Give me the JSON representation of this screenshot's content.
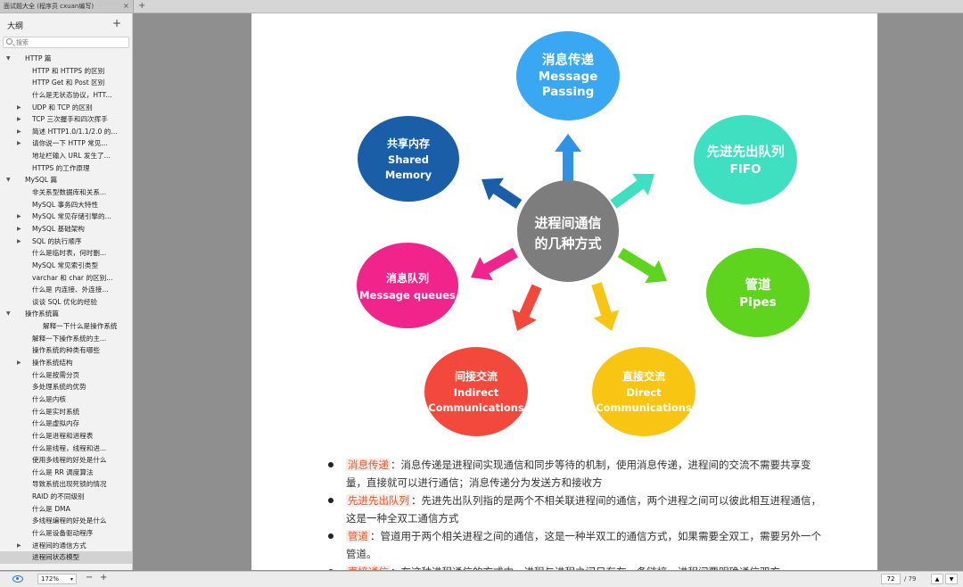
{
  "window": {
    "tab_title": "面试题大全 (程序员 cxuan编写)",
    "tab_close": "×",
    "tab_add": "+"
  },
  "sidebar": {
    "title": "大纲",
    "add": "+",
    "search_placeholder": "搜索",
    "items": [
      {
        "label": "HTTP 篇",
        "level": 0,
        "arrow": "▼",
        "selected": false
      },
      {
        "label": "HTTP 和 HTTPS 的区别",
        "level": 1,
        "arrow": "",
        "selected": false
      },
      {
        "label": "HTTP Get 和 Post 区别",
        "level": 1,
        "arrow": "",
        "selected": false
      },
      {
        "label": "什么是无状态协议，HTT...",
        "level": 1,
        "arrow": "",
        "selected": false
      },
      {
        "label": "UDP 和 TCP 的区别",
        "level": 1,
        "arrow": "▶",
        "selected": false
      },
      {
        "label": "TCP 三次握手和四次挥手",
        "level": 1,
        "arrow": "▶",
        "selected": false
      },
      {
        "label": "简述 HTTP1.0/1.1/2.0 的...",
        "level": 1,
        "arrow": "▶",
        "selected": false
      },
      {
        "label": "请你说一下 HTTP 常见...",
        "level": 1,
        "arrow": "▶",
        "selected": false
      },
      {
        "label": "地址栏输入 URL 发生了...",
        "level": 1,
        "arrow": "",
        "selected": false
      },
      {
        "label": "HTTPS 的工作原理",
        "level": 1,
        "arrow": "",
        "selected": false
      },
      {
        "label": "MySQL 篇",
        "level": 0,
        "arrow": "▼",
        "selected": false
      },
      {
        "label": "非关系型数据库和关系...",
        "level": 1,
        "arrow": "",
        "selected": false
      },
      {
        "label": "MySQL 事务四大特性",
        "level": 1,
        "arrow": "",
        "selected": false
      },
      {
        "label": "MySQL 常见存储引擎的...",
        "level": 1,
        "arrow": "▶",
        "selected": false
      },
      {
        "label": "MySQL 基础架构",
        "level": 1,
        "arrow": "▶",
        "selected": false
      },
      {
        "label": "SQL 的执行顺序",
        "level": 1,
        "arrow": "▶",
        "selected": false
      },
      {
        "label": "什么是临时表，何时删...",
        "level": 1,
        "arrow": "",
        "selected": false
      },
      {
        "label": "MySQL 常见索引类型",
        "level": 1,
        "arrow": "",
        "selected": false
      },
      {
        "label": "varchar 和 char 的区别...",
        "level": 1,
        "arrow": "",
        "selected": false
      },
      {
        "label": "什么是 内连接、外连接...",
        "level": 1,
        "arrow": "",
        "selected": false
      },
      {
        "label": "谈谈 SQL 优化的经验",
        "level": 1,
        "arrow": "",
        "selected": false
      },
      {
        "label": "操作系统篇",
        "level": 0,
        "arrow": "▼",
        "selected": false
      },
      {
        "label": "解释一下什么是操作系统",
        "level": 2,
        "arrow": "",
        "selected": false
      },
      {
        "label": "解释一下操作系统的主...",
        "level": 1,
        "arrow": "",
        "selected": false
      },
      {
        "label": "操作系统的种类有哪些",
        "level": 1,
        "arrow": "",
        "selected": false
      },
      {
        "label": "操作系统结构",
        "level": 1,
        "arrow": "▶",
        "selected": false
      },
      {
        "label": "什么是按需分页",
        "level": 1,
        "arrow": "",
        "selected": false
      },
      {
        "label": "多处理系统的优势",
        "level": 1,
        "arrow": "",
        "selected": false
      },
      {
        "label": "什么是内核",
        "level": 1,
        "arrow": "",
        "selected": false
      },
      {
        "label": "什么是实时系统",
        "level": 1,
        "arrow": "",
        "selected": false
      },
      {
        "label": "什么是虚拟内存",
        "level": 1,
        "arrow": "",
        "selected": false
      },
      {
        "label": "什么是进程和进程表",
        "level": 1,
        "arrow": "",
        "selected": false
      },
      {
        "label": "什么是线程，线程和进...",
        "level": 1,
        "arrow": "",
        "selected": false
      },
      {
        "label": "使用多线程的好处是什么",
        "level": 1,
        "arrow": "",
        "selected": false
      },
      {
        "label": "什么是 RR 调度算法",
        "level": 1,
        "arrow": "",
        "selected": false
      },
      {
        "label": "导致系统出现死锁的情况",
        "level": 1,
        "arrow": "",
        "selected": false
      },
      {
        "label": "RAID 的不同级别",
        "level": 1,
        "arrow": "",
        "selected": false
      },
      {
        "label": "什么是 DMA",
        "level": 1,
        "arrow": "",
        "selected": false
      },
      {
        "label": "多线程编程的好处是什么",
        "level": 1,
        "arrow": "",
        "selected": false
      },
      {
        "label": "什么是设备驱动程序",
        "level": 1,
        "arrow": "",
        "selected": false
      },
      {
        "label": "进程间的通信方式",
        "level": 1,
        "arrow": "▶",
        "selected": false
      },
      {
        "label": "进程间状态模型",
        "level": 1,
        "arrow": "",
        "selected": true
      }
    ]
  },
  "diagram": {
    "center": {
      "line1": "进程间通信",
      "line2": "的几种方式",
      "color": "#7d7d7d"
    },
    "nodes": [
      {
        "id": "message-passing",
        "zh": "消息传递",
        "en1": "Message",
        "en2": "Passing",
        "color": "#3aa7f3"
      },
      {
        "id": "fifo",
        "zh": "先进先出队列",
        "en1": "FIFO",
        "en2": "",
        "color": "#3fe0c1"
      },
      {
        "id": "pipes",
        "zh": "管道",
        "en1": "Pipes",
        "en2": "",
        "color": "#5fd41f"
      },
      {
        "id": "direct-communications",
        "zh": "直接交流",
        "en1": "Direct",
        "en2": "Communications",
        "color": "#f8c512"
      },
      {
        "id": "indirect-communications",
        "zh": "间接交流",
        "en1": "Indirect",
        "en2": "Communications",
        "color": "#f2493c"
      },
      {
        "id": "message-queues",
        "zh": "消息队列",
        "en1": "Message queues",
        "en2": "",
        "color": "#f0248a"
      },
      {
        "id": "shared-memory",
        "zh": "共享内存",
        "en1": "Shared",
        "en2": "Memory",
        "color": "#1a5ea8"
      }
    ]
  },
  "bullets": [
    {
      "term": "消息传递",
      "text": "：消息传递是进程间实现通信和同步等待的机制，使用消息传递，进程间的交流不需要共享变量，直接就可以进行通信；消息传递分为发送方和接收方"
    },
    {
      "term": "先进先出队列",
      "text": "：先进先出队列指的是两个不相关联进程间的通信，两个进程之间可以彼此相互进程通信，这是一种全双工通信方式"
    },
    {
      "term": "管道",
      "text": "：管道用于两个相关进程之间的通信，这是一种半双工的通信方式，如果需要全双工，需要另外一个管道。"
    },
    {
      "term": "直接通信",
      "text": "：在这种进程通信的方式中，进程与进程之间只存在一条链接，进程间要明确通信双方"
    }
  ],
  "statusbar": {
    "zoom": "172%",
    "zoom_minus": "−",
    "zoom_plus": "+",
    "page_current": "72",
    "page_total": "/ 79",
    "page_up": "▲",
    "page_down": "▼"
  }
}
